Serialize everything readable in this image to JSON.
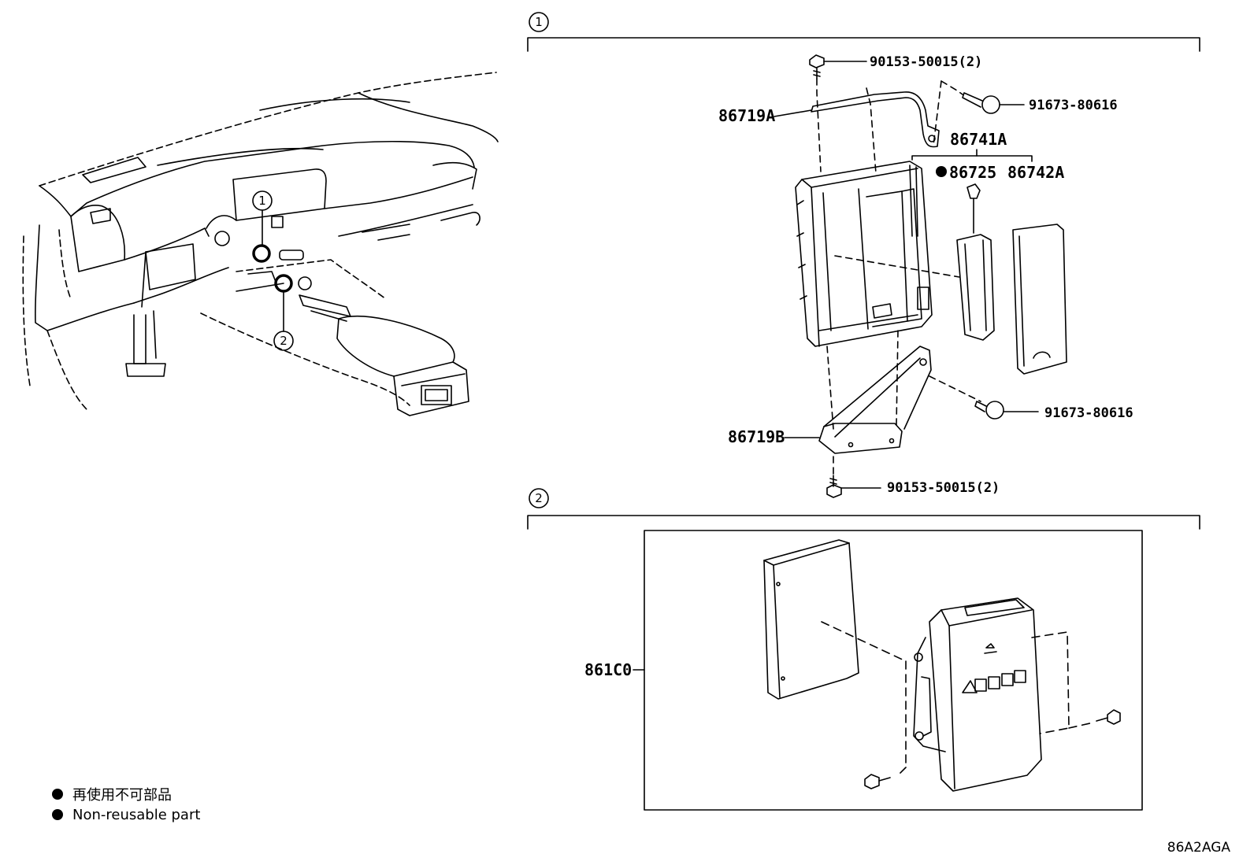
{
  "callouts": {
    "c1": "1",
    "c2": "2"
  },
  "section1": {
    "number": "1",
    "parts": {
      "bolt_top": "90153-50015(2)",
      "bracket_a": "86719A",
      "screw_top": "91673-80616",
      "unit_group": "86741A",
      "non_reusable": "86725",
      "cover": "86742A",
      "screw_bottom": "91673-80616",
      "bracket_b": "86719B",
      "bolt_bottom": "90153-50015(2)"
    }
  },
  "section2": {
    "number": "2",
    "parts": {
      "module": "861C0"
    }
  },
  "legend": {
    "jp": "再使用不可部品",
    "en": "Non-reusable part"
  },
  "reference": "86A2AGA"
}
